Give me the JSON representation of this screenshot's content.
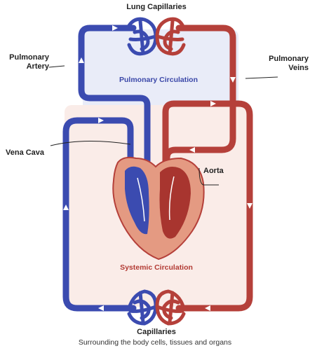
{
  "labels": {
    "lung_capillaries": "Lung Capillaries",
    "pulmonary_artery_l1": "Pulmonary",
    "pulmonary_artery_l2": "Artery",
    "pulmonary_veins_l1": "Pulmonary",
    "pulmonary_veins_l2": "Veins",
    "pulmonary_circulation": "Pulmonary Circulation",
    "vena_cava": "Vena Cava",
    "aorta": "Aorta",
    "systemic_circulation": "Systemic Circulation",
    "capillaries": "Capillaries",
    "capillaries_sub": "Surrounding the body cells, tissues and organs"
  },
  "colors": {
    "deoxygenated": "#3b4bb0",
    "oxygenated": "#b5403a",
    "pulmonary_bg": "#e9ecf8",
    "systemic_bg": "#faece8",
    "pulmonary_text": "#3a47a8",
    "systemic_text": "#b23a33"
  }
}
